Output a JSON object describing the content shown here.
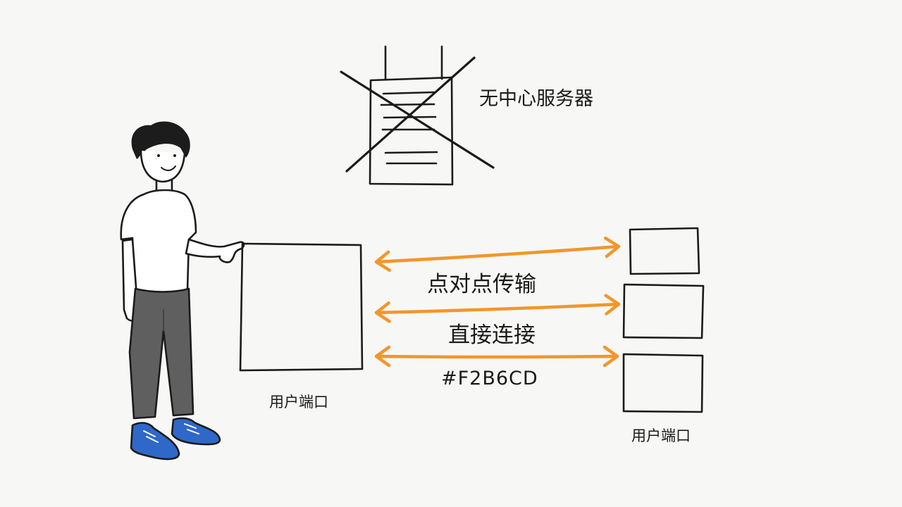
{
  "diagram": {
    "server": {
      "label": "无中心服务器",
      "icon": "server-crossed-out-icon"
    },
    "connection": {
      "color": "#F2962A",
      "labels": {
        "p2p": "点对点传输",
        "direct": "直接连接",
        "hex": "#F2B6CD"
      }
    },
    "peers": {
      "left_label": "用户端口",
      "right_label": "用户端口"
    },
    "person": {
      "shirt_color": "#ffffff",
      "pants_color": "#606060",
      "shoe_color": "#2f68c8"
    }
  }
}
